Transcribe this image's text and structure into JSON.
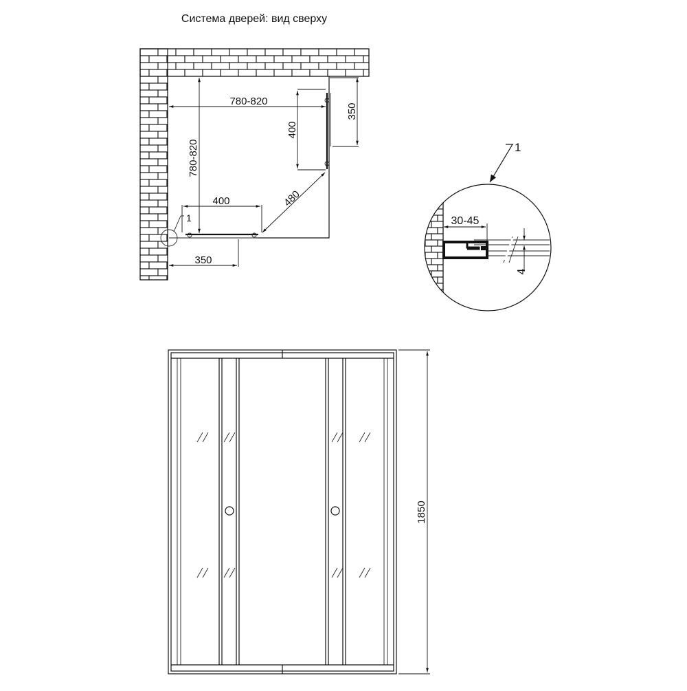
{
  "title": "Система дверей: вид сверху",
  "top_view": {
    "dim_width": "780-820",
    "dim_depth": "780-820",
    "dim_fixed_panel_side": "400",
    "dim_fixed_panel_front": "400",
    "dim_diagonal": "480",
    "dim_side_offset": "350",
    "dim_front_offset": "350",
    "callout_marker": "1"
  },
  "detail": {
    "callout_marker": "1",
    "dim_wall_gap": "30-45",
    "dim_glass": "4"
  },
  "front_view": {
    "dim_height": "1850"
  }
}
